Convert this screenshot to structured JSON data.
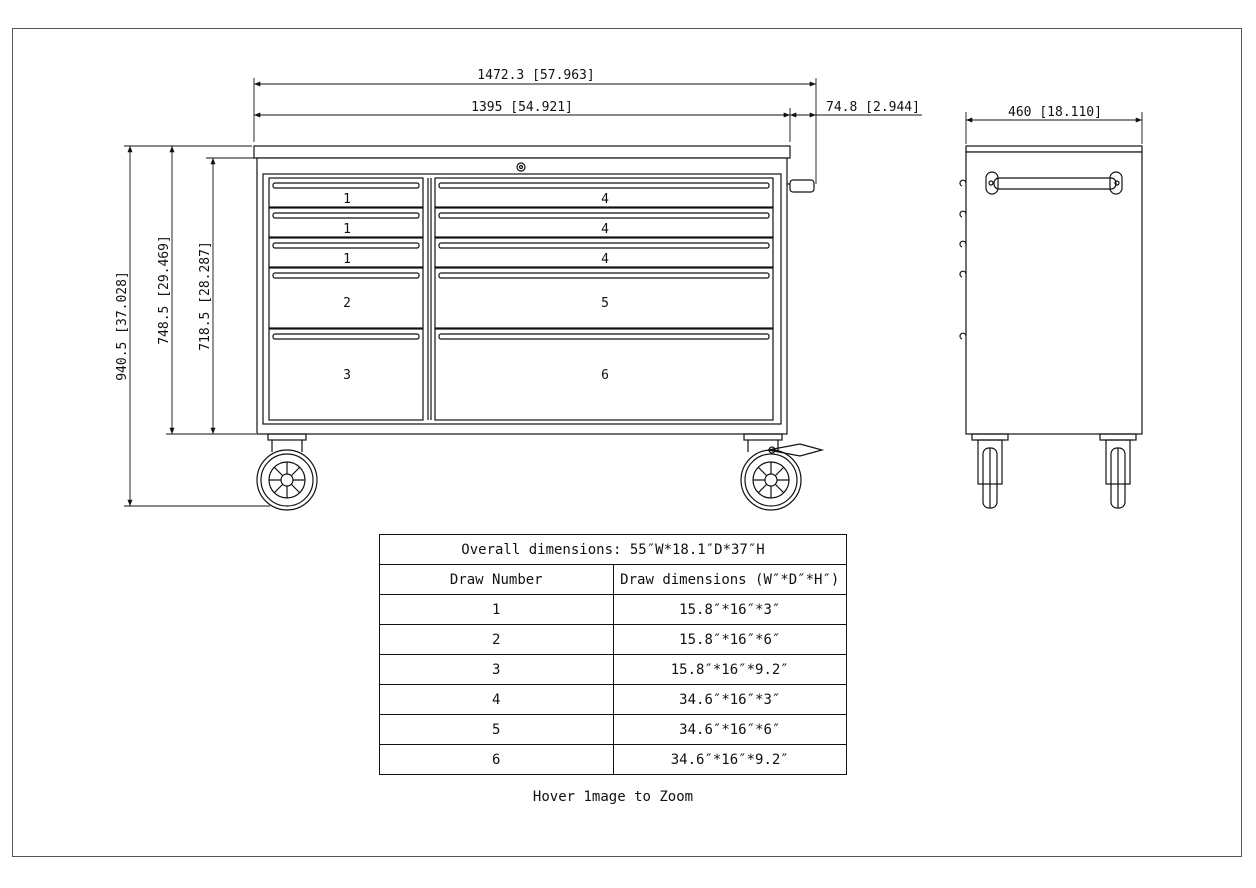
{
  "dimensions": {
    "overall_width": "1472.3 [57.963]",
    "body_width": "1395 [54.921]",
    "handle_offset": "74.8 [2.944]",
    "depth": "460 [18.110]",
    "overall_height": "940.5 [37.028]",
    "body_height": "748.5 [29.469]",
    "drawer_stack_height": "718.5 [28.287]"
  },
  "drawer_labels": {
    "left": [
      "1",
      "1",
      "1",
      "2",
      "3"
    ],
    "right": [
      "4",
      "4",
      "4",
      "5",
      "6"
    ]
  },
  "table": {
    "caption": "Overall dimensions: 55″W*18.1″D*37″H",
    "header_number": "Draw Number",
    "header_dims": "Draw dimensions (W″*D″*H″)",
    "rows": [
      {
        "number": "1",
        "dims": "15.8″*16″*3″"
      },
      {
        "number": "2",
        "dims": "15.8″*16″*6″"
      },
      {
        "number": "3",
        "dims": "15.8″*16″*9.2″"
      },
      {
        "number": "4",
        "dims": "34.6″*16″*3″"
      },
      {
        "number": "5",
        "dims": "34.6″*16″*6″"
      },
      {
        "number": "6",
        "dims": "34.6″*16″*9.2″"
      }
    ]
  },
  "hint": "Hover 1mage to Zoom"
}
